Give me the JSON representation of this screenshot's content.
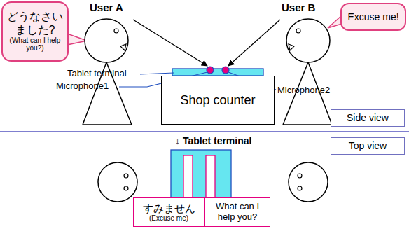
{
  "diagram": {
    "nodes": [
      {
        "text": [
          "どうなさい ました?",
          "(What can I help you?)"
        ]
      },
      {
        "text": [
          "Excuse me!"
        ]
      },
      {
        "text": [
          "Shop counter"
        ]
      },
      {
        "text": [
          "Side view"
        ]
      },
      {
        "text": [
          "Top view"
        ]
      },
      {
        "text": [
          "すみません",
          "(Excuse me)"
        ]
      },
      {
        "text": [
          "What can I help you?"
        ]
      }
    ],
    "labels": [
      "User A",
      "User B",
      "Tablet terminal",
      "Microphone1",
      "Microphone2",
      "↓ Tablet terminal"
    ]
  }
}
